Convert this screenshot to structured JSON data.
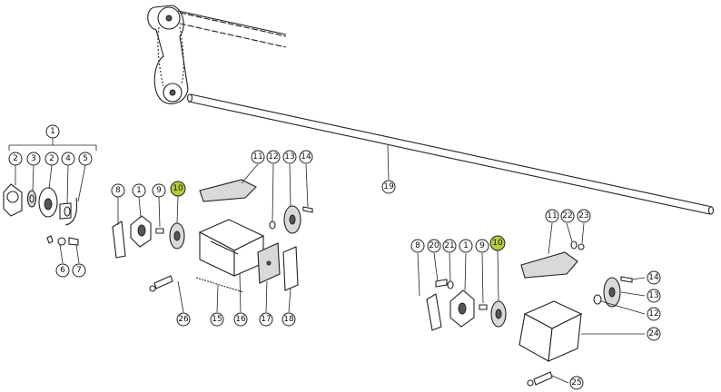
{
  "highlight_color": "#b5cc3a",
  "callouts": [
    {
      "id": "c1a",
      "label": "1",
      "highlight": false
    },
    {
      "id": "c2a",
      "label": "2",
      "highlight": false
    },
    {
      "id": "c3a",
      "label": "3",
      "highlight": false
    },
    {
      "id": "c2b",
      "label": "2",
      "highlight": false
    },
    {
      "id": "c4a",
      "label": "4",
      "highlight": false
    },
    {
      "id": "c5a",
      "label": "5",
      "highlight": false
    },
    {
      "id": "c6a",
      "label": "6",
      "highlight": false
    },
    {
      "id": "c7a",
      "label": "7",
      "highlight": false
    },
    {
      "id": "c8a",
      "label": "8",
      "highlight": false
    },
    {
      "id": "c1b",
      "label": "1",
      "highlight": false
    },
    {
      "id": "c9a",
      "label": "9",
      "highlight": false
    },
    {
      "id": "c10a",
      "label": "10",
      "highlight": true
    },
    {
      "id": "c11a",
      "label": "11",
      "highlight": false
    },
    {
      "id": "c12a",
      "label": "12",
      "highlight": false
    },
    {
      "id": "c13a",
      "label": "13",
      "highlight": false
    },
    {
      "id": "c14a",
      "label": "14",
      "highlight": false
    },
    {
      "id": "c26a",
      "label": "26",
      "highlight": false
    },
    {
      "id": "c15a",
      "label": "15",
      "highlight": false
    },
    {
      "id": "c16a",
      "label": "16",
      "highlight": false
    },
    {
      "id": "c17a",
      "label": "17",
      "highlight": false
    },
    {
      "id": "c18a",
      "label": "18",
      "highlight": false
    },
    {
      "id": "c19a",
      "label": "19",
      "highlight": false
    },
    {
      "id": "c11b",
      "label": "11",
      "highlight": false
    },
    {
      "id": "c22a",
      "label": "22",
      "highlight": false
    },
    {
      "id": "c23a",
      "label": "23",
      "highlight": false
    },
    {
      "id": "c8b",
      "label": "8",
      "highlight": false
    },
    {
      "id": "c20a",
      "label": "20",
      "highlight": false
    },
    {
      "id": "c21a",
      "label": "21",
      "highlight": false
    },
    {
      "id": "c1c",
      "label": "1",
      "highlight": false
    },
    {
      "id": "c9b",
      "label": "9",
      "highlight": false
    },
    {
      "id": "c10b",
      "label": "10",
      "highlight": true
    },
    {
      "id": "c14b",
      "label": "14",
      "highlight": false
    },
    {
      "id": "c13b",
      "label": "13",
      "highlight": false
    },
    {
      "id": "c12b",
      "label": "12",
      "highlight": false
    },
    {
      "id": "c24a",
      "label": "24",
      "highlight": false
    },
    {
      "id": "c25a",
      "label": "25",
      "highlight": false
    }
  ]
}
